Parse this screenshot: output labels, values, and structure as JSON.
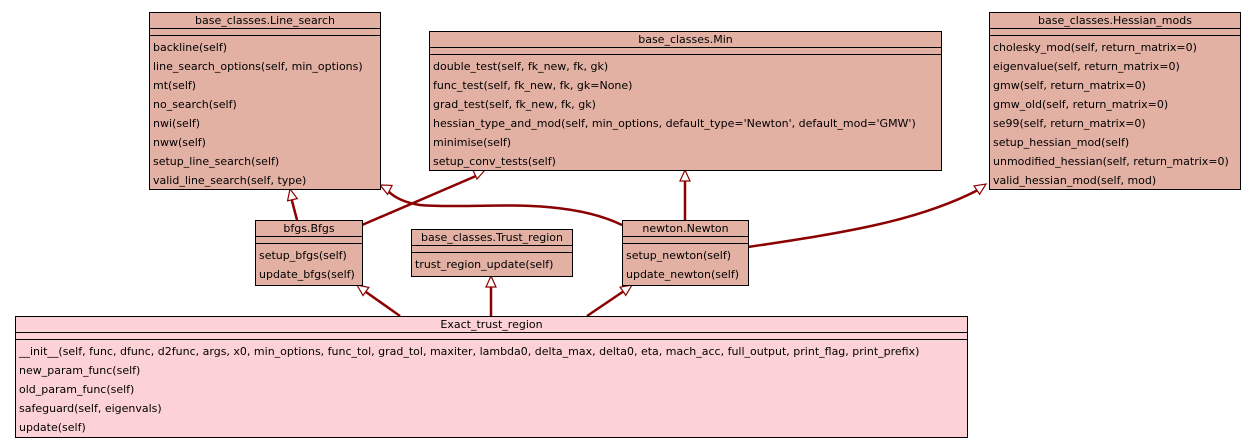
{
  "edge_color": "#8b0000",
  "class_fill": "#e3b1a4",
  "focus_fill": "#fdd2d6",
  "classes": {
    "line_search": {
      "name": "base_classes.Line_search",
      "methods": [
        "backline(self)",
        "line_search_options(self, min_options)",
        "mt(self)",
        "no_search(self)",
        "nwi(self)",
        "nww(self)",
        "setup_line_search(self)",
        "valid_line_search(self, type)"
      ]
    },
    "min": {
      "name": "base_classes.Min",
      "methods": [
        "double_test(self, fk_new, fk, gk)",
        "func_test(self, fk_new, fk, gk=None)",
        "grad_test(self, fk_new, fk, gk)",
        "hessian_type_and_mod(self, min_options, default_type='Newton', default_mod='GMW')",
        "minimise(self)",
        "setup_conv_tests(self)"
      ]
    },
    "hessian_mods": {
      "name": "base_classes.Hessian_mods",
      "methods": [
        "cholesky_mod(self, return_matrix=0)",
        "eigenvalue(self, return_matrix=0)",
        "gmw(self, return_matrix=0)",
        "gmw_old(self, return_matrix=0)",
        "se99(self, return_matrix=0)",
        "setup_hessian_mod(self)",
        "unmodified_hessian(self, return_matrix=0)",
        "valid_hessian_mod(self, mod)"
      ]
    },
    "bfgs": {
      "name": "bfgs.Bfgs",
      "methods": [
        "setup_bfgs(self)",
        "update_bfgs(self)"
      ]
    },
    "trust_region": {
      "name": "base_classes.Trust_region",
      "methods": [
        "trust_region_update(self)"
      ]
    },
    "newton": {
      "name": "newton.Newton",
      "methods": [
        "setup_newton(self)",
        "update_newton(self)"
      ]
    },
    "exact_trust_region": {
      "name": "Exact_trust_region",
      "methods": [
        "__init__(self, func, dfunc, d2func, args, x0, min_options, func_tol, grad_tol, maxiter, lambda0, delta_max, delta0, eta, mach_acc, full_output, print_flag, print_prefix)",
        "new_param_func(self)",
        "old_param_func(self)",
        "safeguard(self, eigenvals)",
        "update(self)"
      ]
    }
  },
  "inheritance": [
    [
      "bfgs",
      "line_search"
    ],
    [
      "bfgs",
      "min"
    ],
    [
      "newton",
      "line_search"
    ],
    [
      "newton",
      "min"
    ],
    [
      "newton",
      "hessian_mods"
    ],
    [
      "exact_trust_region",
      "bfgs"
    ],
    [
      "exact_trust_region",
      "trust_region"
    ],
    [
      "exact_trust_region",
      "newton"
    ]
  ]
}
